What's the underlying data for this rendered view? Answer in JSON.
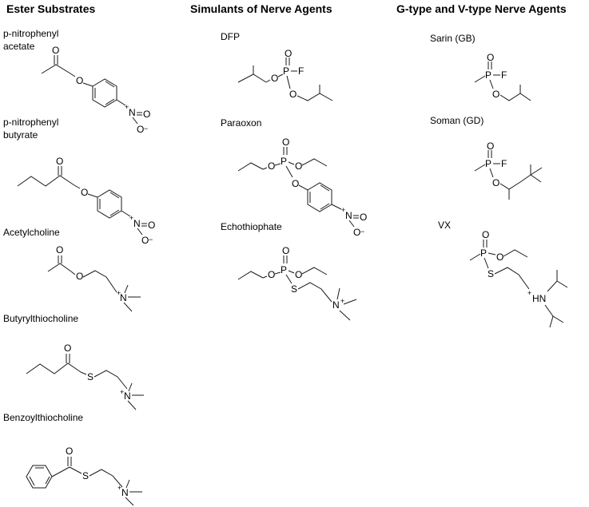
{
  "columns": [
    {
      "header": "Ester Substrates",
      "compounds": [
        "p-nitrophenyl acetate",
        "p-nitrophenyl butyrate",
        "Acetylcholine",
        "Butyrylthiocholine",
        "Benzoylthiocholine"
      ]
    },
    {
      "header": "Simulants of Nerve Agents",
      "compounds": [
        "DFP",
        "Paraoxon",
        "Echothiophate"
      ]
    },
    {
      "header": "G-type and V-type Nerve Agents",
      "compounds": [
        "Sarin (GB)",
        "Soman (GD)",
        "VX"
      ]
    }
  ],
  "atoms": {
    "o": "O",
    "n": "N",
    "p": "P",
    "f": "F",
    "s": "S",
    "hn": "HN",
    "plus": "+",
    "minus": "−",
    "p_nitrophenyl_line1": "p-nitrophenyl",
    "acetate": "acetate",
    "butyrate": "butyrate"
  }
}
